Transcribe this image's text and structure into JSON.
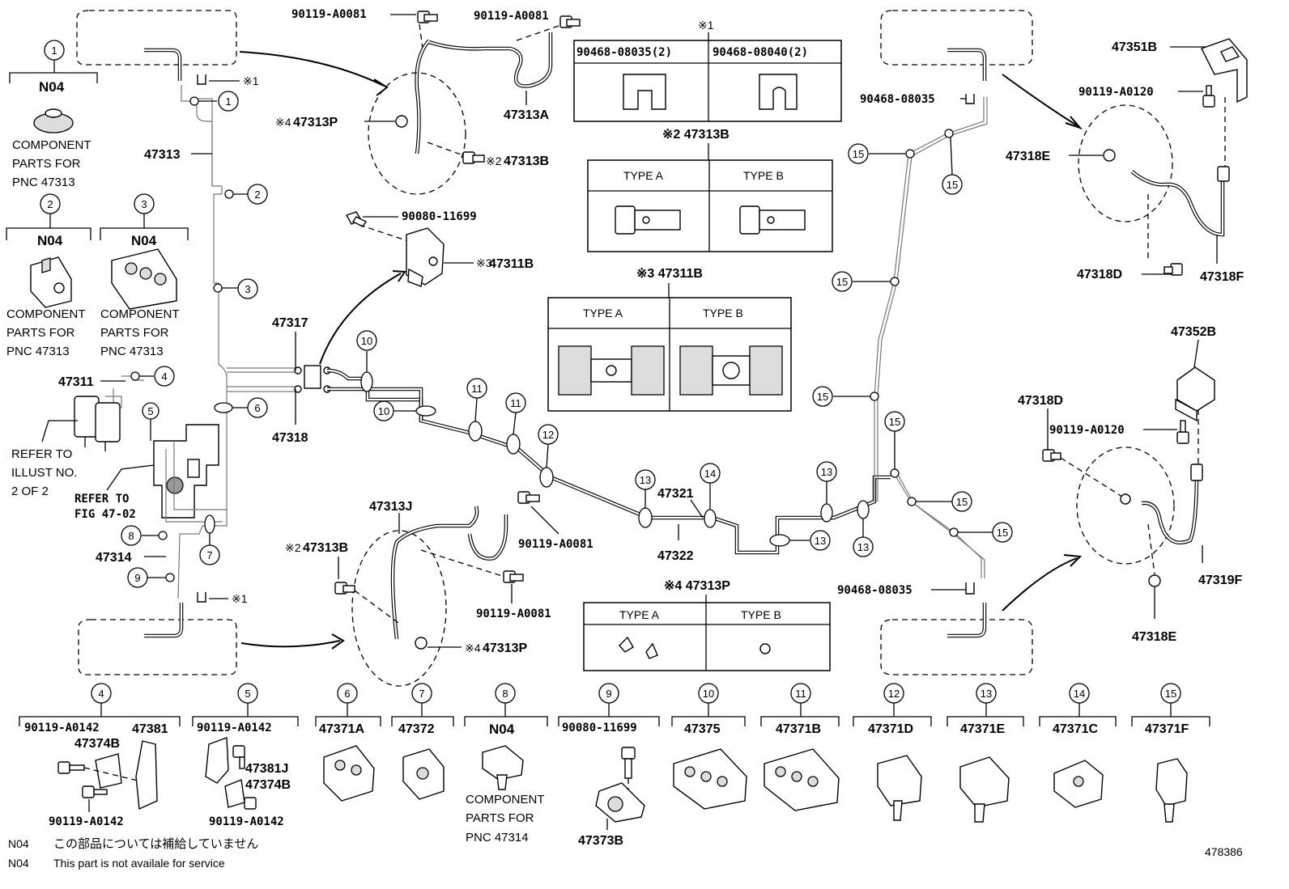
{
  "diagram_id": "478386",
  "notes": {
    "note_ja": "この部品については補給していません",
    "note_en": "This part is not availale for service",
    "note_code": "N04"
  },
  "ref_mark": "※1",
  "headline_parts": {
    "p47313": "47313",
    "p47311": "47311",
    "p47314": "47314",
    "p47317": "47317",
    "p47318": "47318",
    "p47321": "47321",
    "p47322": "47322",
    "p47313a": "47313A",
    "p47313j": "47313J",
    "p47351b": "47351B",
    "p47352b": "47352B",
    "p47318e": "47318E",
    "p47318d": "47318D",
    "p47318f": "47318F",
    "p47319f": "47319F",
    "p47313b": "47313B",
    "p47313p": "47313P",
    "p47311b": "47311B",
    "b90119a0081": "90119-A0081",
    "b90119a0120": "90119-A0120",
    "b9008011699": "90080-11699",
    "c9046808035": "90468-08035",
    "c9046808040": "90468-08040",
    "m_x2_47313b": "※2 47313B",
    "m_x3_47311b": "※3 47311B",
    "m_x4_47313p": "※4 47313P",
    "m_x2": "※2",
    "m_x3": "※3",
    "m_x4": "※4"
  },
  "refer": {
    "refer_illust": [
      "REFER TO",
      "ILLUST NO.",
      "2 OF 2"
    ],
    "refer_fig": [
      "REFER TO",
      "FIG 47-02"
    ]
  },
  "component_text": [
    "COMPONENT",
    "PARTS FOR",
    "PNC 47313"
  ],
  "component_text_314": [
    "COMPONENT",
    "PARTS FOR",
    "PNC 47314"
  ],
  "top_left_groups": [
    {
      "num": "1",
      "code": "N04"
    },
    {
      "num": "2",
      "code": "N04"
    },
    {
      "num": "3",
      "code": "N04"
    }
  ],
  "tables": {
    "x1": {
      "mark": "※1",
      "cols": [
        "90468-08035(2)",
        "90468-08040(2)"
      ]
    },
    "x2": {
      "title": "※2 47313B",
      "cols": [
        "TYPE A",
        "TYPE B"
      ]
    },
    "x3": {
      "title": "※3 47311B",
      "cols": [
        "TYPE A",
        "TYPE B"
      ]
    },
    "x4": {
      "title": "※4 47313P",
      "cols": [
        "TYPE A",
        "TYPE B"
      ]
    }
  },
  "callout_numbers": [
    "1",
    "2",
    "3",
    "4",
    "5",
    "6",
    "7",
    "8",
    "9",
    "10",
    "11",
    "12",
    "13",
    "14",
    "15"
  ],
  "bottom_groups": [
    {
      "num": "4",
      "parts": [
        "90119-A0142",
        "47381",
        "47374B",
        "90119-A0142"
      ]
    },
    {
      "num": "5",
      "parts": [
        "90119-A0142",
        "47381J",
        "47374B",
        "90119-A0142"
      ]
    },
    {
      "num": "6",
      "parts": [
        "47371A"
      ]
    },
    {
      "num": "7",
      "parts": [
        "47372"
      ]
    },
    {
      "num": "8",
      "parts": [
        "N04"
      ]
    },
    {
      "num": "9",
      "parts": [
        "90080-11699",
        "47373B"
      ]
    },
    {
      "num": "10",
      "parts": [
        "47375"
      ]
    },
    {
      "num": "11",
      "parts": [
        "47371B"
      ]
    },
    {
      "num": "12",
      "parts": [
        "47371D"
      ]
    },
    {
      "num": "13",
      "parts": [
        "47371E"
      ]
    },
    {
      "num": "14",
      "parts": [
        "47371C"
      ]
    },
    {
      "num": "15",
      "parts": [
        "47371F"
      ]
    }
  ]
}
